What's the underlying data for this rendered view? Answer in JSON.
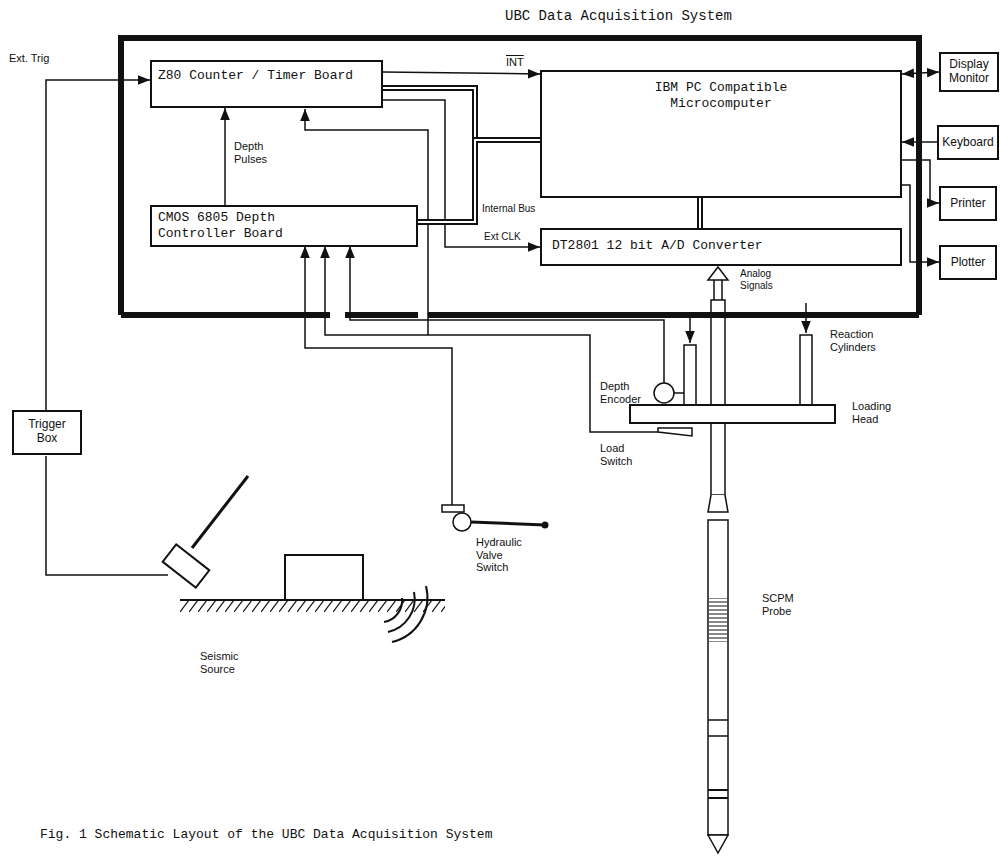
{
  "diagram": {
    "caption": "Fig. 1 Schematic Layout of the UBC Data Acquisition System",
    "nodes": [
      {
        "text": [
          "UBC Data Acquisition System"
        ]
      },
      {
        "text": [
          "Z80 Counter / Timer Board"
        ],
        "in": 0
      },
      {
        "text": [
          "IBM PC Compatible Microcomputer"
        ],
        "in": 0
      },
      {
        "text": [
          "CMOS 6805 Depth Controller Board"
        ],
        "in": 0
      },
      {
        "text": [
          "DT2801 12 bit A/D Converter"
        ],
        "in": 0
      },
      {
        "text": [
          "Display Monitor"
        ]
      },
      {
        "text": [
          "Keyboard"
        ]
      },
      {
        "text": [
          "Printer"
        ]
      },
      {
        "text": [
          "Plotter"
        ]
      },
      {
        "text": [
          "Trigger Box"
        ]
      }
    ],
    "edges": [
      {
        "from": 1,
        "to": 2,
        "arrow": "to",
        "label": "INT"
      },
      {
        "from": 3,
        "to": 1,
        "arrow": "to",
        "label": "Depth Pulses"
      },
      {
        "from": 1,
        "to": 4,
        "arrow": "to",
        "label": "Ext CLK"
      },
      {
        "from": 9,
        "to": 1,
        "arrow": "to",
        "label": "Ext. Trig"
      },
      {
        "from": 1,
        "to": 2,
        "arrow": "none"
      },
      {
        "from": 3,
        "to": 2,
        "arrow": "none",
        "label": "Internal Bus"
      },
      {
        "from": 2,
        "to": 4,
        "arrow": "none"
      },
      {
        "from": 5,
        "to": 2,
        "arrow": "both"
      },
      {
        "from": 6,
        "to": 2,
        "arrow": "to"
      },
      {
        "from": 2,
        "to": 7,
        "arrow": "to"
      },
      {
        "from": 2,
        "to": 8,
        "arrow": "to"
      }
    ],
    "labels": [
      "Analog Signals",
      "Reaction Cylinders",
      "Depth Encoder",
      "Loading Head",
      "Load Switch",
      "Hydraulic Valve Switch",
      "Seismic Source",
      "SCPM Probe"
    ]
  }
}
